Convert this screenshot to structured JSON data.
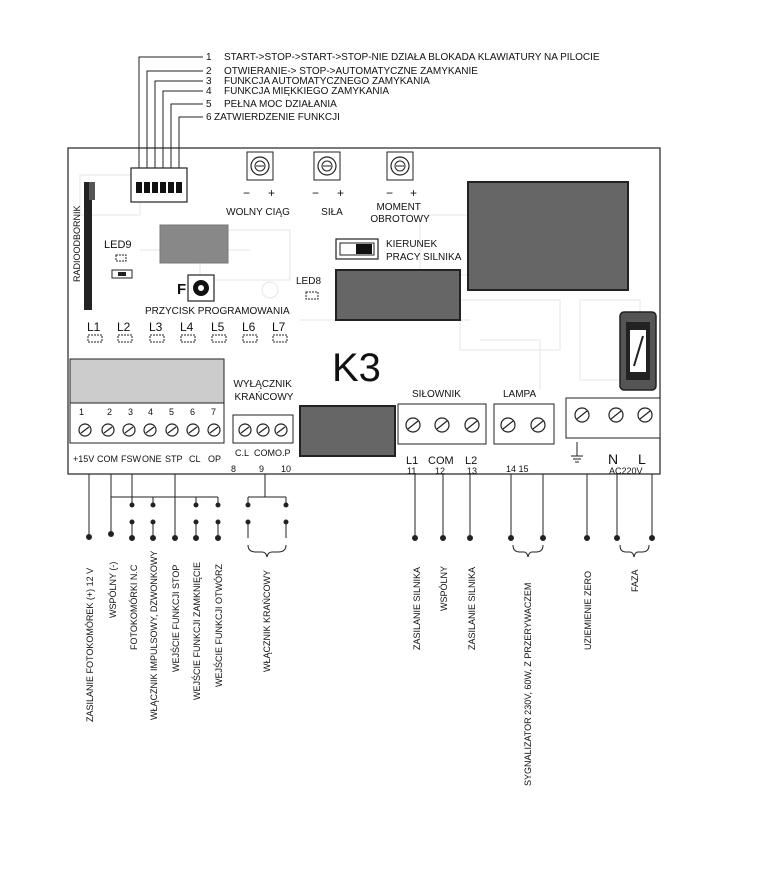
{
  "dip_switch": {
    "items": [
      {
        "n": "1",
        "label": "START->STOP->START->STOP-NIE DZIAŁA BLOKADA KLAWIATURY NA PILOCIE"
      },
      {
        "n": "2",
        "label": "OTWIERANIE-> STOP->AUTOMATYCZNE ZAMYKANIE"
      },
      {
        "n": "3",
        "label": "FUNKCJA AUTOMATYCZNEGO ZAMYKANIA"
      },
      {
        "n": "4",
        "label": "FUNKCJA MIĘKKIEGO ZAMYKANIA"
      },
      {
        "n": "5",
        "label": "PEŁNA MOC DZIAŁANIA"
      },
      {
        "n": "6",
        "label": "ZATWIERDZENIE FUNKCJI"
      }
    ]
  },
  "board": {
    "radio_label": "RADIOODBORNIK",
    "pots": [
      {
        "label": "WOLNY CIĄG",
        "minus": "−",
        "plus": "+"
      },
      {
        "label": "SIŁA",
        "minus": "−",
        "plus": "+"
      },
      {
        "label": "MOMENT\nOBROTOWY",
        "minus": "−",
        "plus": "+"
      }
    ],
    "direction_label": "KIERUNEK\nPRACY SILNIKA",
    "led9": "LED9",
    "led8": "LED8",
    "f_label": "F",
    "prog_button": "PRZYCISK PROGRAMOWANIA",
    "leds": [
      "L1",
      "L2",
      "L3",
      "L4",
      "L5",
      "L6",
      "L7"
    ],
    "model": "K3",
    "limit_switch_title": "WYŁĄCZNIK\nKRAŃCOWY",
    "limit_switch_pins": [
      "C.L",
      "COM",
      "O.P"
    ],
    "limit_switch_nums": [
      "8",
      "9",
      "10"
    ],
    "terminal_nums": [
      "1",
      "2",
      "3",
      "4",
      "5",
      "6",
      "7"
    ],
    "terminal_labels": [
      "+15V",
      "COM",
      "FSW",
      "ONE",
      "STP",
      "CL",
      "OP"
    ],
    "motor_title": "SIŁOWNIK",
    "motor_pins": [
      "L1",
      "COM",
      "L2"
    ],
    "motor_nums": [
      "11",
      "12",
      "13"
    ],
    "lamp_title": "LAMPA",
    "lamp_nums": "14 15",
    "power_pins": [
      "N",
      "L"
    ],
    "power_label": "AC220V"
  },
  "bottom_labels": {
    "photocell_power": "ZASILANIE FOTOKOMÓREK (+) 12 V",
    "common": "WSPÓLNY (-)",
    "photocell_nc": "FOTOKOMÓRKI N.C",
    "impulse": "WŁĄCZNIK IMPULSOWY, DZWONKOWY",
    "stop": "WEJŚCIE FUNKCJI STOP",
    "close": "WEJŚCIE FUNKCJI ZAMKNIĘCIE",
    "open": "WEJŚCIE FUNKCJI OTWÓRZ",
    "limit": "WŁĄCZNIK KRAŃCOWY",
    "motor1": "ZASILANIE SILNIKA",
    "motor_common": "WSPÓLNY",
    "motor2": "ZASILANIE SILNIKA",
    "signal": "SYGNALIZATOR 230V, 60W, Z PRZERYWACZEM",
    "ground": "UZIEMIENIE ZERO",
    "phase": "FAZA"
  }
}
